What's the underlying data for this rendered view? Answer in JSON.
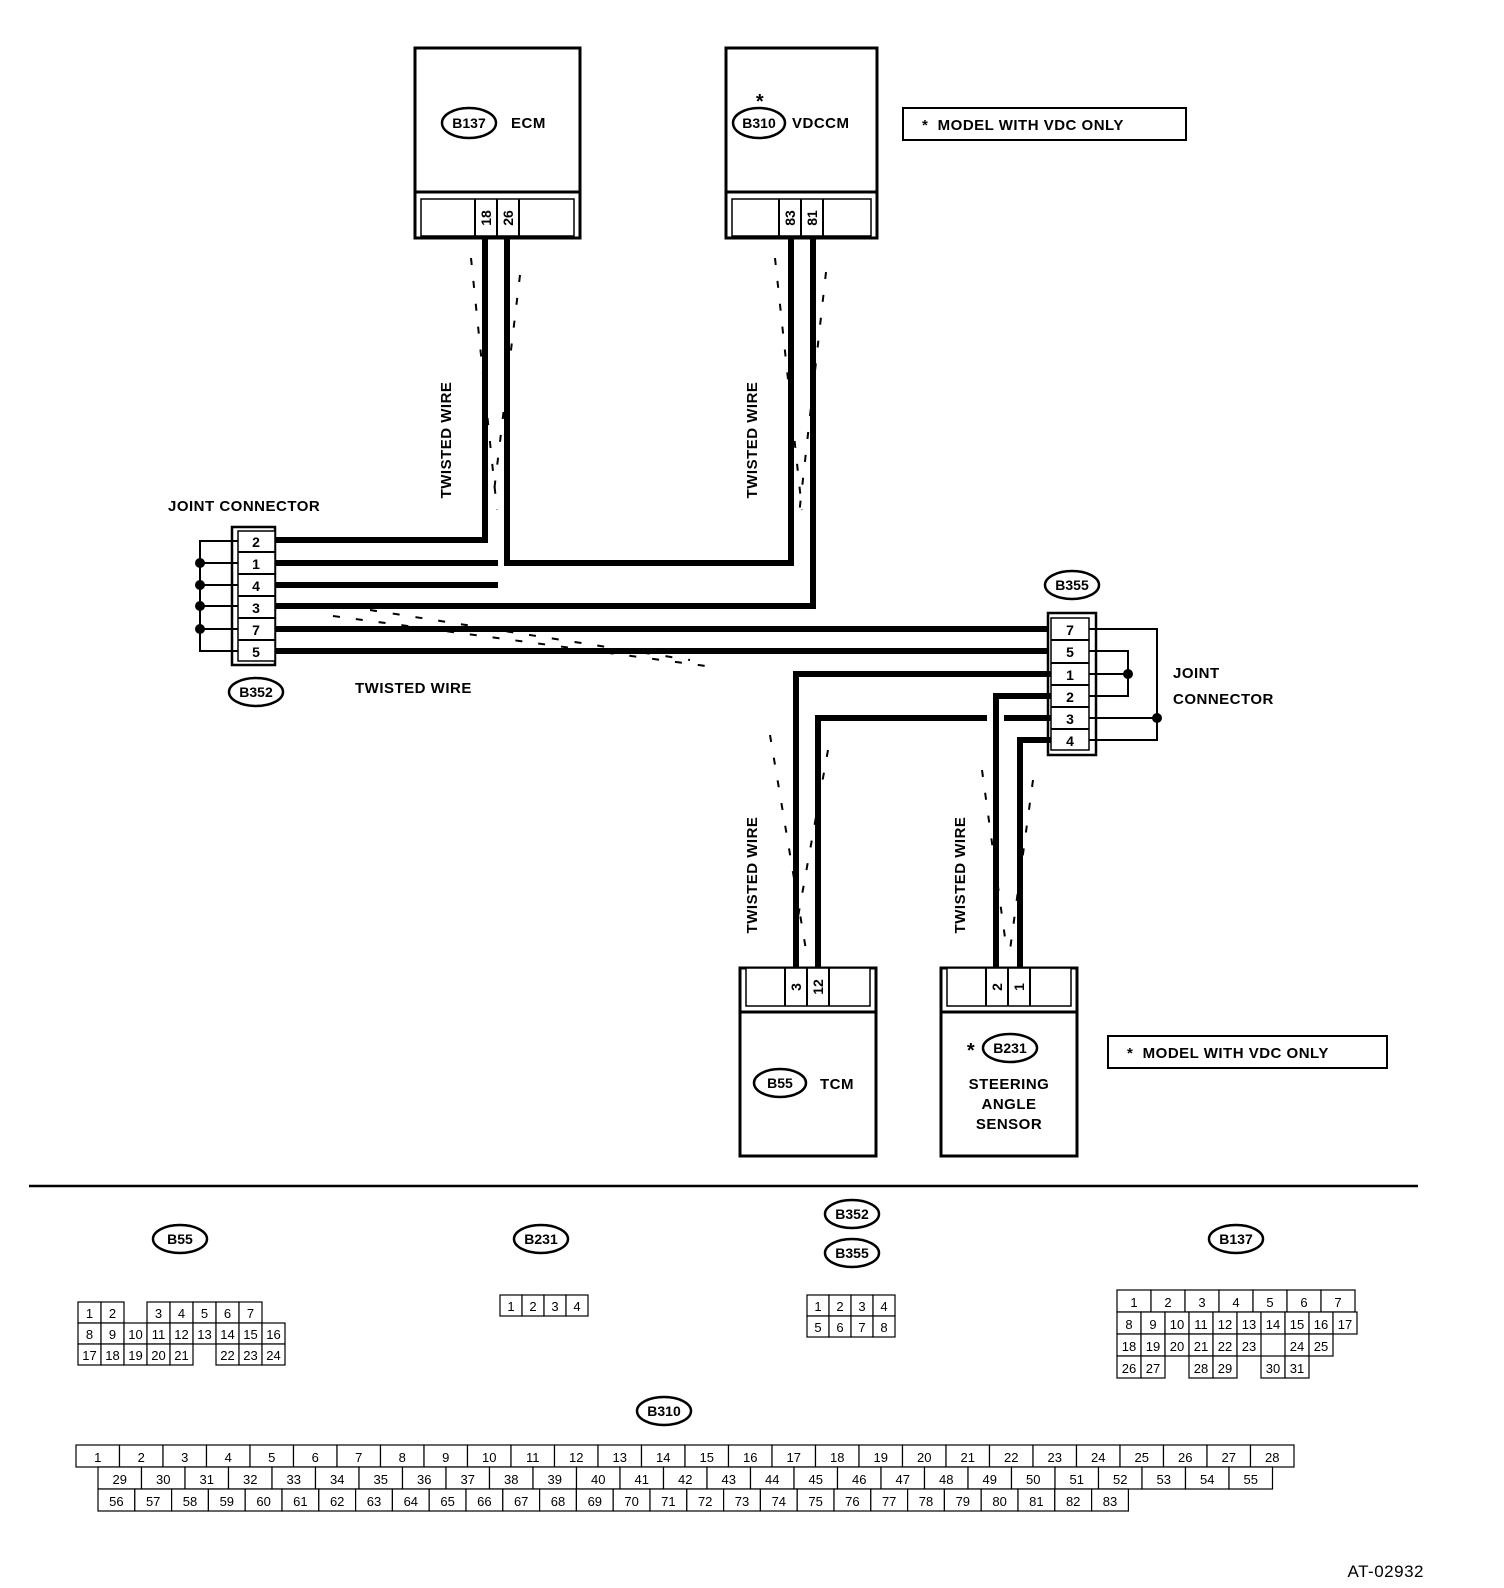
{
  "modules": {
    "ecm": {
      "code": "B137",
      "name": "ECM",
      "pins": [
        "18",
        "26"
      ]
    },
    "vdccm": {
      "code": "B310",
      "name": "VDCCM",
      "pins": [
        "83",
        "81"
      ],
      "star": "*"
    },
    "tcm": {
      "code": "B55",
      "name": "TCM",
      "pins": [
        "3",
        "12"
      ]
    },
    "sas": {
      "code": "B231",
      "name_lines": [
        "STEERING",
        "ANGLE",
        "SENSOR"
      ],
      "pins": [
        "2",
        "1"
      ],
      "star": "*"
    }
  },
  "notes": {
    "vdc_only": "*  MODEL WITH VDC ONLY"
  },
  "labels": {
    "twisted_wire": "TWISTED WIRE",
    "joint_connector": "JOINT CONNECTOR",
    "joint": "JOINT",
    "connector": "CONNECTOR"
  },
  "joint_b352": {
    "code": "B352",
    "pins": [
      "2",
      "1",
      "4",
      "3",
      "7",
      "5"
    ]
  },
  "joint_b355": {
    "code": "B355",
    "pins": [
      "7",
      "5",
      "1",
      "2",
      "3",
      "4"
    ]
  },
  "connector_views": {
    "b55": {
      "code": "B55",
      "rows": [
        [
          "1",
          "2",
          "",
          "3",
          "4",
          "5",
          "6",
          "7"
        ],
        [
          "8",
          "9",
          "10",
          "11",
          "12",
          "13",
          "14",
          "15",
          "16"
        ],
        [
          "17",
          "18",
          "19",
          "20",
          "21",
          "",
          "22",
          "23",
          "24"
        ]
      ]
    },
    "b231": {
      "code": "B231",
      "pins": [
        "1",
        "2",
        "3",
        "4"
      ]
    },
    "b352_b355": {
      "codes": [
        "B352",
        "B355"
      ],
      "rows": [
        [
          "1",
          "2",
          "3",
          "4"
        ],
        [
          "5",
          "6",
          "7",
          "8"
        ]
      ]
    },
    "b137": {
      "code": "B137",
      "rows": [
        [
          "1",
          "2",
          "3",
          "4",
          "5",
          "6",
          "7"
        ],
        [
          "8",
          "9",
          "10",
          "11",
          "12",
          "13",
          "14",
          "15",
          "16",
          "17"
        ],
        [
          "18",
          "19",
          "20",
          "21",
          "22",
          "23",
          "",
          "24",
          "25"
        ],
        [
          "26",
          "27",
          "",
          "28",
          "29",
          "",
          "30",
          "31"
        ]
      ]
    },
    "b310": {
      "code": "B310",
      "row1": [
        "1",
        "2",
        "3",
        "4",
        "5",
        "6",
        "7",
        "8",
        "9",
        "10",
        "11",
        "12",
        "13",
        "14",
        "15",
        "16",
        "17",
        "18",
        "19",
        "20",
        "21",
        "22",
        "23",
        "24",
        "25",
        "26",
        "27",
        "28"
      ],
      "row2": [
        "29",
        "30",
        "31",
        "32",
        "33",
        "34",
        "35",
        "36",
        "37",
        "38",
        "39",
        "40",
        "41",
        "42",
        "43",
        "44",
        "45",
        "46",
        "47",
        "48",
        "49",
        "50",
        "51",
        "52",
        "53",
        "54",
        "55"
      ],
      "row3": [
        "56",
        "57",
        "58",
        "59",
        "60",
        "61",
        "62",
        "63",
        "64",
        "65",
        "66",
        "67",
        "68",
        "69",
        "70",
        "71",
        "72",
        "73",
        "74",
        "75",
        "76",
        "77",
        "78",
        "79",
        "80",
        "81",
        "82",
        "83"
      ]
    }
  },
  "figure_id": "AT-02932"
}
